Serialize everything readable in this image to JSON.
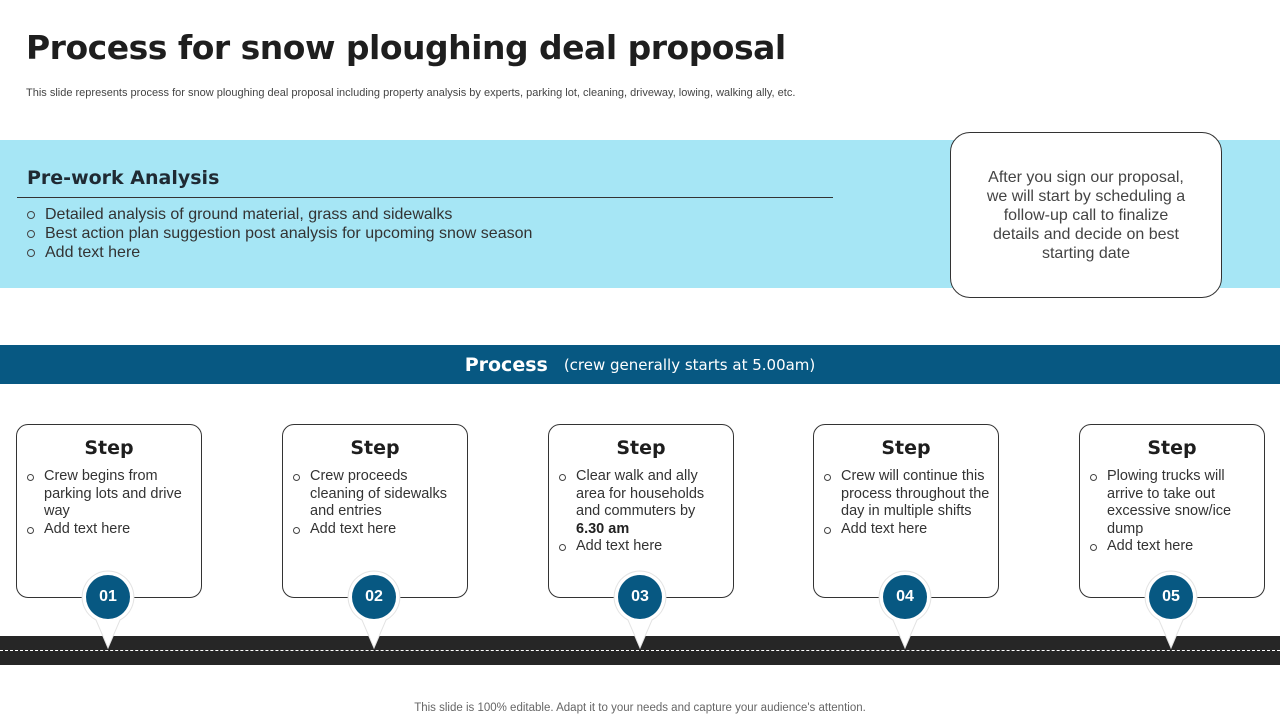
{
  "header": {
    "title": "Process for snow ploughing deal proposal",
    "subtitle": "This slide represents process for snow ploughing deal proposal including property analysis by experts, parking lot, cleaning, driveway, lowing, walking ally, etc."
  },
  "pre_work": {
    "heading": "Pre-work Analysis",
    "items": [
      "Detailed analysis of ground material, grass and sidewalks",
      "Best action plan suggestion post analysis for upcoming snow season",
      "Add text here"
    ]
  },
  "callout": {
    "text": "After you sign our proposal, we will start by scheduling a follow-up call to finalize details and decide on best starting date"
  },
  "process": {
    "title": "Process",
    "note": "(crew generally starts at 5.00am)"
  },
  "steps": [
    {
      "title": "Step",
      "number": "01",
      "items": [
        "Crew begins from parking lots and drive way",
        "Add text here"
      ]
    },
    {
      "title": "Step",
      "number": "02",
      "items": [
        "Crew proceeds cleaning of sidewalks and entries",
        "Add text here"
      ]
    },
    {
      "title": "Step",
      "number": "03",
      "items": [
        "Clear walk and ally area for households and commuters by",
        "Add text here"
      ],
      "emphasis": "6.30 am"
    },
    {
      "title": "Step",
      "number": "04",
      "items": [
        "Crew will continue this process throughout the day in multiple shifts",
        "Add text here"
      ]
    },
    {
      "title": "Step",
      "number": "05",
      "items": [
        "Plowing trucks will arrive to take out excessive snow/ice dump",
        "Add text here"
      ]
    }
  ],
  "footer": {
    "text": "This slide is 100% editable. Adapt it to your needs and capture your audience's attention."
  },
  "colors": {
    "band": "#a6e6f5",
    "process_bar": "#075882",
    "road": "#262626"
  }
}
